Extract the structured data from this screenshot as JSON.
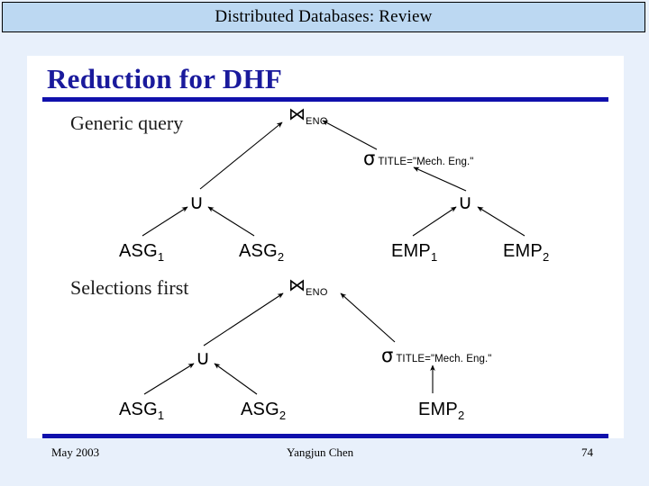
{
  "header": {
    "title": "Distributed Databases: Review"
  },
  "slide": {
    "title": "Reduction for DHF",
    "sections": [
      {
        "id": "generic-query",
        "label": "Generic query",
        "tree": {
          "root": {
            "op": "join",
            "symbol": "⋈",
            "subscript": "ENO"
          },
          "nodes": [
            {
              "op": "union",
              "symbol": "∪"
            },
            {
              "op": "select",
              "symbol": "σ",
              "condition": "TITLE=\"Mech. Eng.\""
            },
            {
              "op": "union",
              "symbol": "∪"
            }
          ],
          "leaves": [
            {
              "name": "ASG",
              "subscript": "1"
            },
            {
              "name": "ASG",
              "subscript": "2"
            },
            {
              "name": "EMP",
              "subscript": "1"
            },
            {
              "name": "EMP",
              "subscript": "2"
            }
          ]
        }
      },
      {
        "id": "selections-first",
        "label": "Selections first",
        "tree": {
          "root": {
            "op": "join",
            "symbol": "⋈",
            "subscript": "ENO"
          },
          "nodes": [
            {
              "op": "union",
              "symbol": "∪"
            },
            {
              "op": "select",
              "symbol": "σ",
              "condition": "TITLE=\"Mech. Eng.\""
            }
          ],
          "leaves": [
            {
              "name": "ASG",
              "subscript": "1"
            },
            {
              "name": "ASG",
              "subscript": "2"
            },
            {
              "name": "EMP",
              "subscript": "2"
            }
          ]
        }
      }
    ]
  },
  "footer": {
    "date": "May 2003",
    "author": "Yangjun Chen",
    "page": "74"
  },
  "colors": {
    "page_background": "#e8f0fb",
    "header_background": "#bcd8f2",
    "title_blue": "#1a1a9c",
    "rule_blue": "#1010ac",
    "slide_background": "#ffffff"
  }
}
